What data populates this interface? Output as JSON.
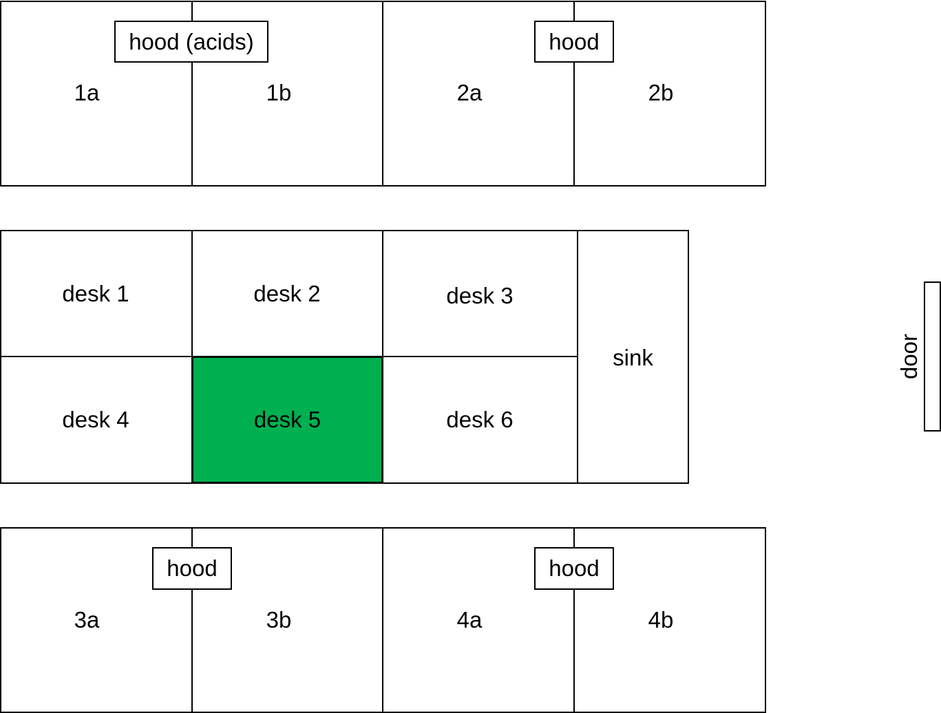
{
  "top_row": {
    "left_bench": {
      "a_label": "1a",
      "b_label": "1b",
      "hood_label": "hood (acids)"
    },
    "right_bench": {
      "a_label": "2a",
      "b_label": "2b",
      "hood_label": "hood"
    }
  },
  "desks": {
    "items": [
      "desk 1",
      "desk 2",
      "desk 3",
      "desk 4",
      "desk 5",
      "desk 6"
    ],
    "highlighted": "desk 5",
    "highlight_color": "#00b050"
  },
  "sink": {
    "label": "sink"
  },
  "bottom_row": {
    "left_bench": {
      "a_label": "3a",
      "b_label": "3b",
      "hood_label": "hood"
    },
    "right_bench": {
      "a_label": "4a",
      "b_label": "4b",
      "hood_label": "hood"
    }
  },
  "door": {
    "label": "door"
  }
}
